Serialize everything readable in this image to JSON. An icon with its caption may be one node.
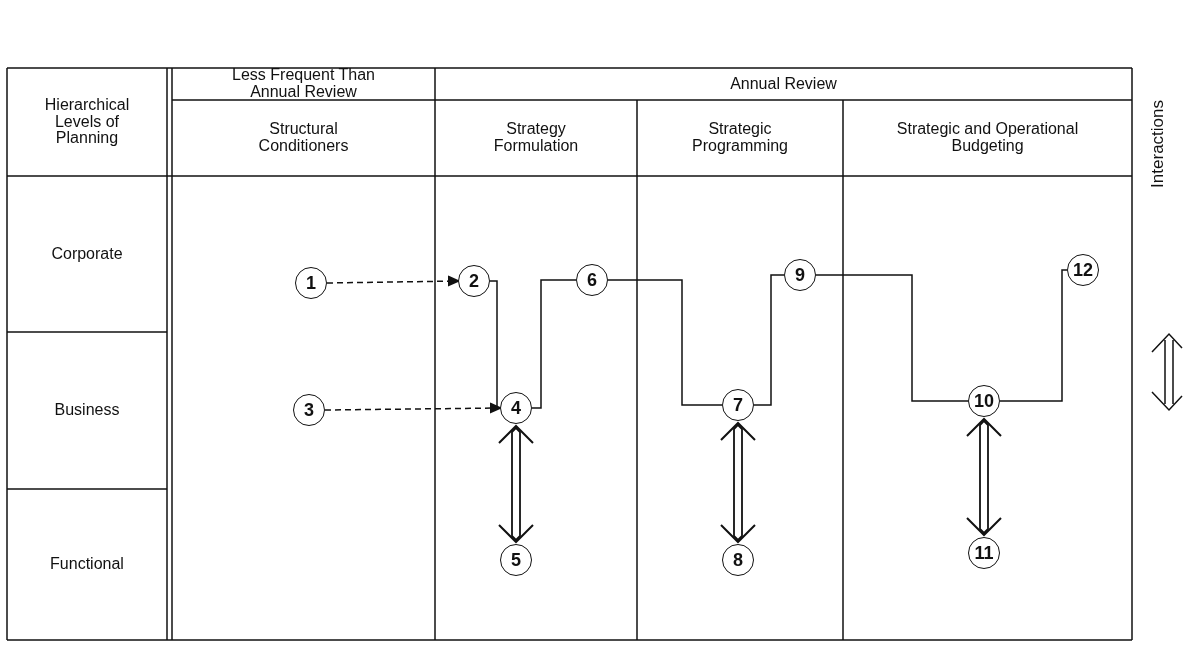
{
  "diagram": {
    "nodes": [
      {
        "text": [
          "1"
        ]
      },
      {
        "text": [
          "2"
        ]
      },
      {
        "text": [
          "3"
        ]
      },
      {
        "text": [
          "4"
        ]
      },
      {
        "text": [
          "5"
        ]
      },
      {
        "text": [
          "6"
        ]
      },
      {
        "text": [
          "7"
        ]
      },
      {
        "text": [
          "8"
        ]
      },
      {
        "text": [
          "9"
        ]
      },
      {
        "text": [
          "10"
        ]
      },
      {
        "text": [
          "11"
        ]
      },
      {
        "text": [
          "12"
        ]
      }
    ],
    "edges": [
      {
        "from": 0,
        "to": 1,
        "arrow": "to",
        "style": "dashed"
      },
      {
        "from": 2,
        "to": 3,
        "arrow": "to",
        "style": "dashed"
      },
      {
        "from": 1,
        "to": 3,
        "arrow": "none"
      },
      {
        "from": 3,
        "to": 5,
        "arrow": "none"
      },
      {
        "from": 5,
        "to": 6,
        "arrow": "none"
      },
      {
        "from": 6,
        "to": 8,
        "arrow": "none"
      },
      {
        "from": 8,
        "to": 9,
        "arrow": "none"
      },
      {
        "from": 9,
        "to": 11,
        "arrow": "none"
      },
      {
        "from": 3,
        "to": 4,
        "arrow": "both"
      },
      {
        "from": 6,
        "to": 7,
        "arrow": "both"
      },
      {
        "from": 9,
        "to": 10,
        "arrow": "both"
      }
    ],
    "labels": [
      "Hierarchical Levels of Planning",
      "Less Frequent Than Annual Review",
      "Annual Review",
      "Structural Conditioners",
      "Strategy Formulation",
      "Strategic Programming",
      "Strategic and Operational Budgeting",
      "Corporate",
      "Business",
      "Functional"
    ],
    "legend": [
      {
        "text": "Interactions"
      }
    ]
  }
}
